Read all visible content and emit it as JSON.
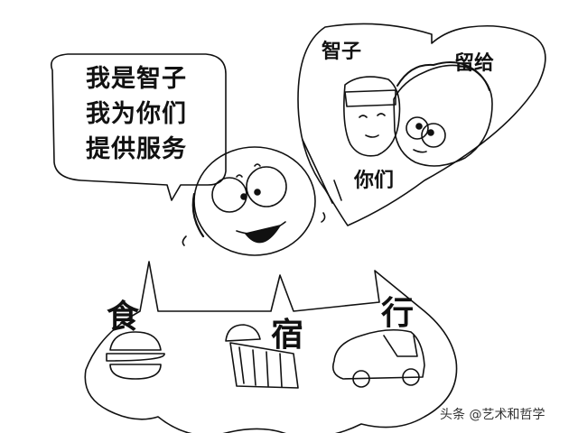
{
  "illustration": {
    "speech_bubble": {
      "lines": [
        "我是智子",
        "我为你们",
        "提供服务"
      ]
    },
    "heart_bubble": {
      "text_top_left": "智子",
      "text_top_right": "留给",
      "text_bottom": "你们"
    },
    "bottom_bubble": {
      "items": [
        {
          "label": "食",
          "icon": "burger-icon"
        },
        {
          "label": "宿",
          "icon": "bed-icon"
        },
        {
          "label": "行",
          "icon": "car-icon"
        }
      ]
    }
  },
  "watermark": "头条 @艺术和哲学",
  "colors": {
    "ink": "#111111",
    "background": "#ffffff"
  }
}
